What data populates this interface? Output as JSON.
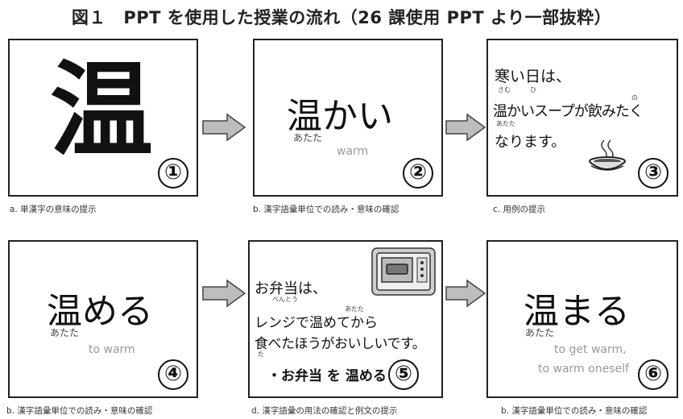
{
  "title": "図１　PPT を使用した授業の流れ（26 課使用 PPT より一部抜粋）",
  "slides": [
    {
      "id": 1,
      "main": "温",
      "number": "①"
    },
    {
      "id": 2,
      "main": "温かい",
      "reading": "あたた",
      "english": "warm",
      "number": "②"
    },
    {
      "id": 3,
      "line1": "寒い日は、",
      "ruby1a": "さむ",
      "ruby1b": "ひ",
      "line2": "温かいスープが飲みたく",
      "ruby2a": "あたた",
      "ruby2b": "の",
      "line3": "なります。",
      "number": "③"
    },
    {
      "id": 4,
      "main": "温める",
      "reading": "あたた",
      "english": "to warm",
      "number": "④"
    },
    {
      "id": 5,
      "line1": "お弁当は、",
      "ruby1": "べんとう",
      "line2": "レンジで温めてから",
      "ruby2": "あたた",
      "line3": "食べたほうがおいしいです。",
      "ruby3": "た",
      "line4": "・お弁当 を 温める",
      "number": "⑤"
    },
    {
      "id": 6,
      "main": "温まる",
      "reading": "あたた",
      "english1": "to get warm,",
      "english2": "to warm oneself",
      "number": "⑥"
    }
  ],
  "captions": [
    "a. 単漢字の意味の提示",
    "b. 漢字語彙単位での読み・意味の確認",
    "c. 用例の提示",
    "b. 漢字語彙単位での読み・意味の確認",
    "d. 漢字語彙の用法の確認と例文の提示",
    "b. 漢字語彙単位での読み・意味の確認"
  ]
}
